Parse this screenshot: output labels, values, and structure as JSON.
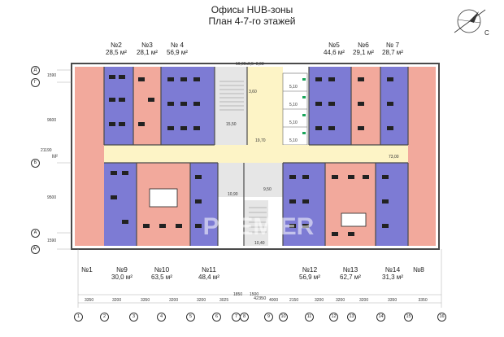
{
  "title": {
    "line1": "Офисы HUB-зоны",
    "line2": "План 4-7-го этажей"
  },
  "colors": {
    "office_blue": "#7d7bd4",
    "office_salmon": "#f2a99c",
    "corridor": "#fdf4c6",
    "core_gray": "#d9d9d9",
    "walls": "#4a4a4a",
    "accent_green": "#1aa65a"
  },
  "compass": {
    "label": "С"
  },
  "offices_top": [
    {
      "num": "№2",
      "area": "28,5 м²"
    },
    {
      "num": "№3",
      "area": "28,1 м²"
    },
    {
      "num": "№ 4",
      "area": "56,9 м²"
    },
    {
      "num": "№5",
      "area": "44,6 м²"
    },
    {
      "num": "№6",
      "area": "29,1 м²"
    },
    {
      "num": "№ 7",
      "area": "28,7 м²"
    }
  ],
  "offices_bottom": [
    {
      "num": "№1",
      "area": ""
    },
    {
      "num": "№9",
      "area": "30,0 м²"
    },
    {
      "num": "№10",
      "area": "63,5 м²"
    },
    {
      "num": "№11",
      "area": "48,4 м²"
    },
    {
      "num": "№12",
      "area": "56,9 м²"
    },
    {
      "num": "№13",
      "area": "62,7 м²"
    },
    {
      "num": "№14",
      "area": "31,3 м²"
    },
    {
      "num": "№8",
      "area": ""
    }
  ],
  "row_axes": [
    "Д",
    "Г",
    "Б",
    "А",
    "А*"
  ],
  "column_axes": [
    "1",
    "2",
    "3",
    "4",
    "5",
    "6",
    "7",
    "8",
    "9",
    "10",
    "11",
    "12",
    "13",
    "14",
    "15",
    "16"
  ],
  "column_dims": [
    "3350",
    "3200",
    "3350",
    "3200",
    "3200",
    "3025",
    "1850",
    "1500",
    "4000",
    "2150",
    "3200",
    "3200",
    "3200",
    "3350",
    "3350"
  ],
  "total_width": "42350",
  "left_dims": [
    "1590",
    "9600",
    "21190",
    "9500",
    "1590"
  ],
  "room_labels": {
    "r1": "5,10",
    "r2": "5,10",
    "r3": "5,10",
    "r4": "5,10",
    "hall": "19,70",
    "stair_top": "15,50",
    "small_top": "3,60",
    "corridor": "73,00",
    "lift": "10,90",
    "wc": "9,50",
    "stair_bottom": "10,40",
    "mark_left": "М²",
    "top_note": "16,09х0,5=8,03"
  },
  "watermark": "PREMIER"
}
